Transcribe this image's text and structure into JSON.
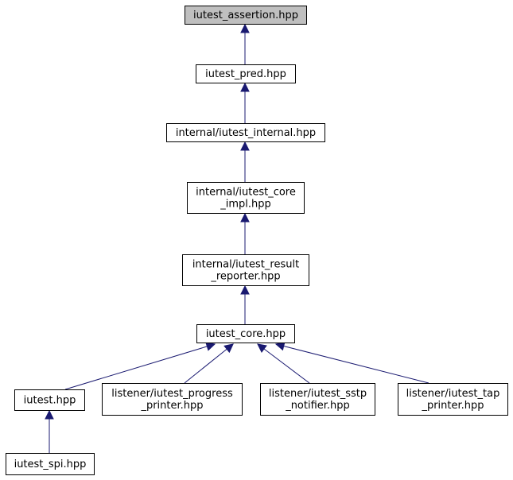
{
  "diagram": {
    "title": "",
    "colors": {
      "edge": "#191970",
      "root_fill": "#bfbfbf",
      "node_fill": "#ffffff",
      "node_stroke": "#000000"
    },
    "nodes": [
      {
        "id": "iutest_assertion",
        "lines": [
          "iutest_assertion.hpp"
        ],
        "highlight": true
      },
      {
        "id": "iutest_pred",
        "lines": [
          "iutest_pred.hpp"
        ]
      },
      {
        "id": "iutest_internal",
        "lines": [
          "internal/iutest_internal.hpp"
        ]
      },
      {
        "id": "iutest_core_impl",
        "lines": [
          "internal/iutest_core",
          "_impl.hpp"
        ]
      },
      {
        "id": "iutest_result_reporter",
        "lines": [
          "internal/iutest_result",
          "_reporter.hpp"
        ]
      },
      {
        "id": "iutest_core",
        "lines": [
          "iutest_core.hpp"
        ]
      },
      {
        "id": "iutest",
        "lines": [
          "iutest.hpp"
        ]
      },
      {
        "id": "iutest_progress_printer",
        "lines": [
          "listener/iutest_progress",
          "_printer.hpp"
        ]
      },
      {
        "id": "iutest_sstp_notifier",
        "lines": [
          "listener/iutest_sstp",
          "_notifier.hpp"
        ]
      },
      {
        "id": "iutest_tap_printer",
        "lines": [
          "listener/iutest_tap",
          "_printer.hpp"
        ]
      },
      {
        "id": "iutest_spi",
        "lines": [
          "iutest_spi.hpp"
        ]
      }
    ],
    "edges": [
      {
        "from": "iutest_pred",
        "to": "iutest_assertion"
      },
      {
        "from": "iutest_internal",
        "to": "iutest_pred"
      },
      {
        "from": "iutest_core_impl",
        "to": "iutest_internal"
      },
      {
        "from": "iutest_result_reporter",
        "to": "iutest_core_impl"
      },
      {
        "from": "iutest_core",
        "to": "iutest_result_reporter"
      },
      {
        "from": "iutest",
        "to": "iutest_core"
      },
      {
        "from": "iutest_progress_printer",
        "to": "iutest_core"
      },
      {
        "from": "iutest_sstp_notifier",
        "to": "iutest_core"
      },
      {
        "from": "iutest_tap_printer",
        "to": "iutest_core"
      },
      {
        "from": "iutest_spi",
        "to": "iutest"
      }
    ]
  }
}
